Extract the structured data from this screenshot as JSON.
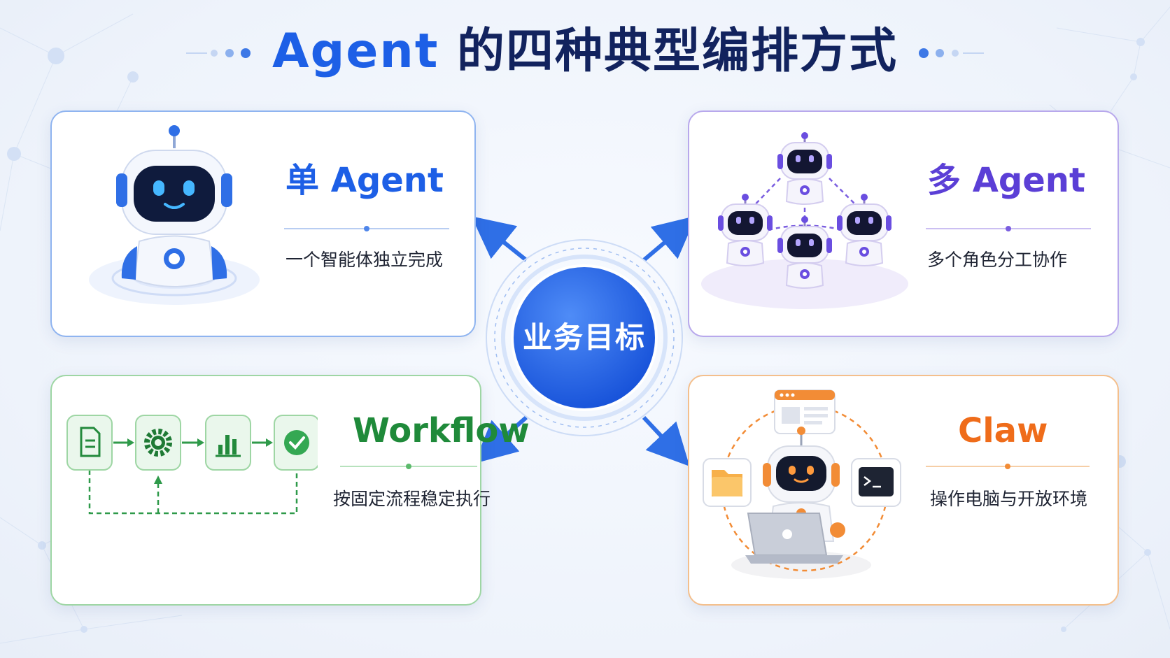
{
  "title": {
    "prefix": "Agent",
    "rest": " 的四种典型编排方式"
  },
  "center": {
    "label": "业务目标"
  },
  "cards": {
    "single": {
      "title": "单 Agent",
      "desc": "一个智能体独立完成",
      "color": "#1d5fe6"
    },
    "multi": {
      "title": "多 Agent",
      "desc": "多个角色分工协作",
      "color": "#5b3fd6"
    },
    "workflow": {
      "title": "Workflow",
      "desc": "按固定流程稳定执行",
      "color": "#1f8a3a"
    },
    "claw": {
      "title": "Claw",
      "desc": "操作电脑与开放环境",
      "color": "#ef6c1a"
    }
  },
  "icons": {
    "single": [
      "robot-icon"
    ],
    "multi": [
      "robot-icon",
      "robot-icon",
      "robot-icon",
      "robot-icon"
    ],
    "workflow": [
      "document-icon",
      "gear-icon",
      "bar-chart-icon",
      "check-icon"
    ],
    "claw": [
      "browser-window-icon",
      "folder-icon",
      "terminal-icon",
      "laptop-icon",
      "robot-icon"
    ]
  },
  "colors": {
    "title": "#12235e",
    "accent": "#1d5fe6",
    "center": "#1f63e8",
    "single": "#1d5fe6",
    "multi": "#5b3fd6",
    "workflow": "#1f8a3a",
    "claw": "#ef6c1a"
  }
}
